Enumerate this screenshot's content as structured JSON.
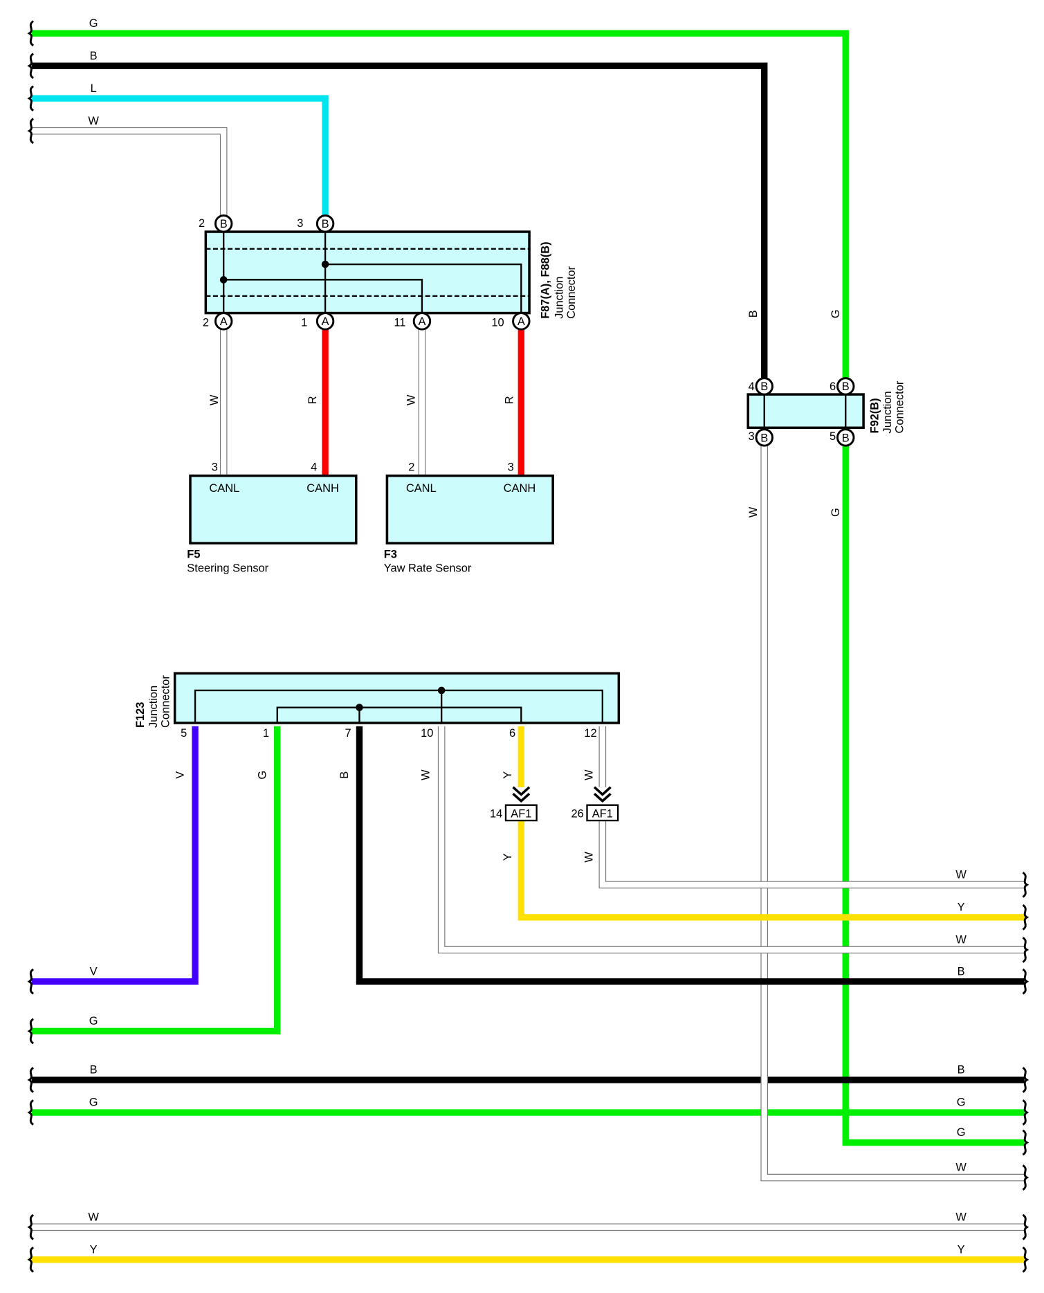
{
  "colors": {
    "G": "#00ee00",
    "B": "#000000",
    "L": "#00e5ee",
    "W": "#ffffff",
    "R": "#ff0000",
    "V": "#4400ff",
    "Y": "#ffe000",
    "box": "#ccfcfc"
  },
  "left_wire_labels": [
    "G",
    "B",
    "L",
    "W",
    "V",
    "G",
    "B",
    "G",
    "W",
    "Y"
  ],
  "right_wire_labels": [
    "W",
    "Y",
    "W",
    "B",
    "B",
    "G",
    "G",
    "W",
    "W",
    "Y"
  ],
  "f87": {
    "title": "F87(A), F88(B)",
    "sub1": "Junction",
    "sub2": "Connector",
    "top_pins": [
      {
        "num": "2",
        "letter": "B"
      },
      {
        "num": "3",
        "letter": "B"
      }
    ],
    "bottom_pins": [
      {
        "num": "2",
        "letter": "A"
      },
      {
        "num": "1",
        "letter": "A"
      },
      {
        "num": "11",
        "letter": "A"
      },
      {
        "num": "10",
        "letter": "A"
      }
    ],
    "wire_labels": [
      "W",
      "R",
      "W",
      "R"
    ]
  },
  "f5": {
    "code": "F5",
    "name": "Steering Sensor",
    "pin_l_label": "CANL",
    "pin_h_label": "CANH",
    "pin_l_num": "3",
    "pin_h_num": "4"
  },
  "f3": {
    "code": "F3",
    "name": "Yaw Rate Sensor",
    "pin_l_label": "CANL",
    "pin_h_label": "CANH",
    "pin_l_num": "2",
    "pin_h_num": "3"
  },
  "f92": {
    "title": "F92(B)",
    "sub1": "Junction",
    "sub2": "Connector",
    "pins": [
      {
        "num": "4",
        "letter": "B"
      },
      {
        "num": "6",
        "letter": "B"
      },
      {
        "num": "3",
        "letter": "B"
      },
      {
        "num": "5",
        "letter": "B"
      }
    ],
    "wire_labels": [
      "B",
      "G",
      "W",
      "G"
    ]
  },
  "f123": {
    "title": "F123",
    "sub1": "Junction",
    "sub2": "Connector",
    "pins": [
      "5",
      "1",
      "7",
      "10",
      "6",
      "12"
    ],
    "wire_labels": [
      "V",
      "G",
      "B",
      "W",
      "Y",
      "W"
    ]
  },
  "af1": [
    {
      "num": "14",
      "label": "AF1",
      "wire_label": "Y"
    },
    {
      "num": "26",
      "label": "AF1",
      "wire_label": "W"
    }
  ]
}
